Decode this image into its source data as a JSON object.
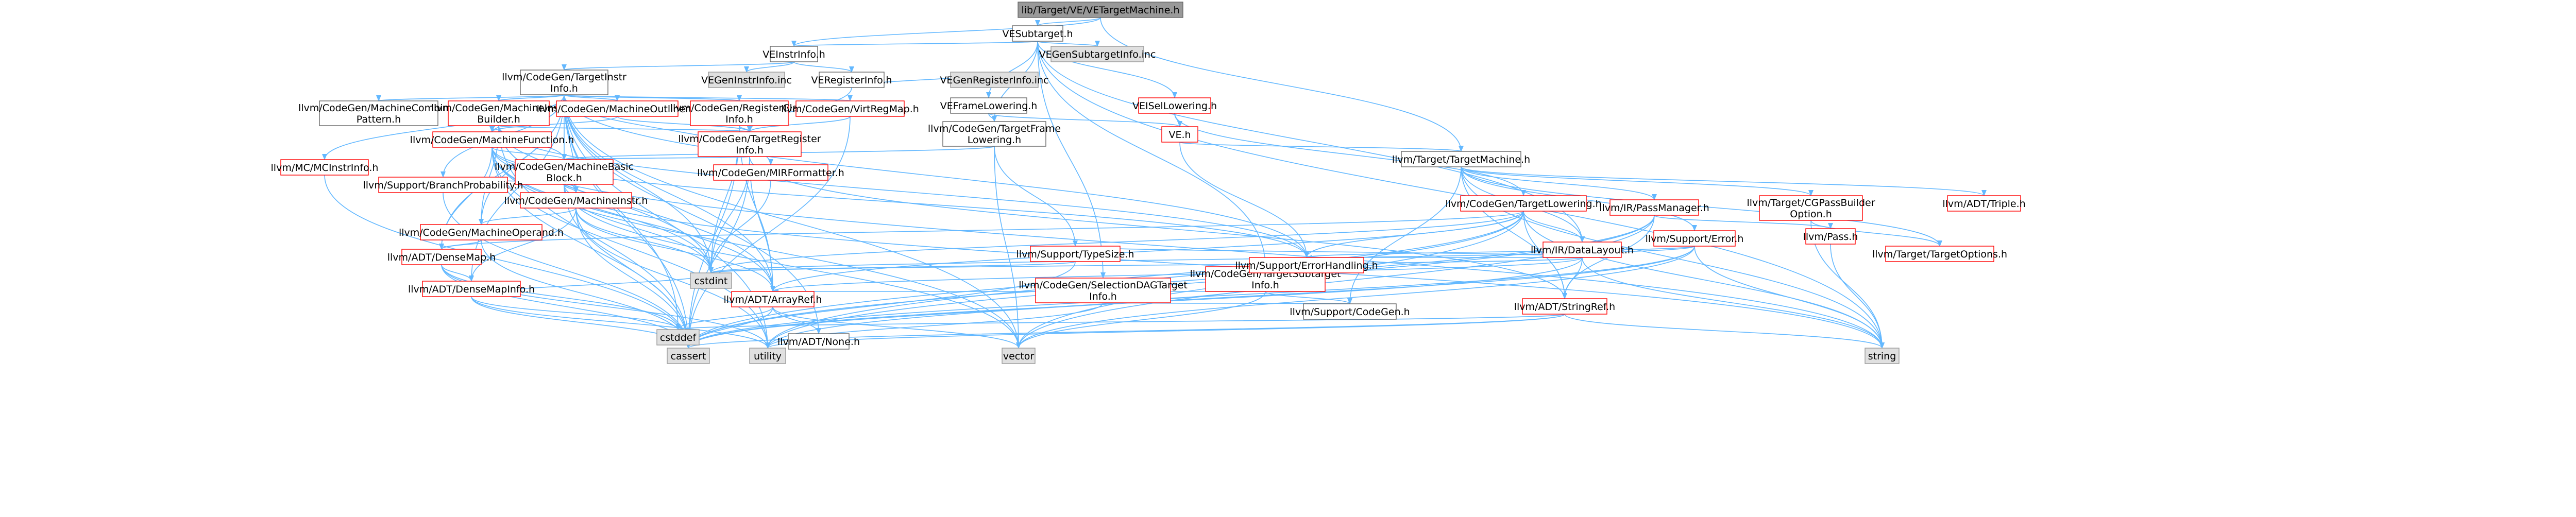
{
  "colors": {
    "root_fill": "#999999",
    "internal_fill": "#ffffff",
    "internal_stroke": "#666666",
    "external_fill": "#e0e0e0",
    "external_stroke": "#999999",
    "red_stroke": "#ff0000",
    "edge_direct": "#63b8ff",
    "edge_indirect": "#6699cc",
    "arrow": "#63b8ff"
  },
  "nodes": [
    {
      "id": "root",
      "label": [
        "lib/Target/VE/VETargetMachine.h"
      ],
      "style": "root"
    },
    {
      "id": "vesubtarget",
      "label": [
        "VESubtarget.h"
      ],
      "style": "internal"
    },
    {
      "id": "veinstrinfo",
      "label": [
        "VEInstrInfo.h"
      ],
      "style": "internal"
    },
    {
      "id": "vegensubtargetinfo",
      "label": [
        "VEGenSubtargetInfo.inc"
      ],
      "style": "external"
    },
    {
      "id": "veframelowering",
      "label": [
        "VEFrameLowering.h"
      ],
      "style": "internal"
    },
    {
      "id": "veisellowering",
      "label": [
        "VEISelLowering.h"
      ],
      "style": "red"
    },
    {
      "id": "veregisterinfo",
      "label": [
        "VERegisterInfo.h"
      ],
      "style": "internal"
    },
    {
      "id": "vegeninstrinfo",
      "label": [
        "VEGenInstrInfo.inc"
      ],
      "style": "external"
    },
    {
      "id": "vegenregisterinfo",
      "label": [
        "VEGenRegisterInfo.inc"
      ],
      "style": "external"
    },
    {
      "id": "targetinstrinfo",
      "label": [
        "llvm/CodeGen/TargetInstr",
        "Info.h"
      ],
      "style": "internal"
    },
    {
      "id": "targetframelowering",
      "label": [
        "llvm/CodeGen/TargetFrame",
        "Lowering.h"
      ],
      "style": "internal"
    },
    {
      "id": "ve",
      "label": [
        "VE.h"
      ],
      "style": "red"
    },
    {
      "id": "targetmachine",
      "label": [
        "llvm/Target/TargetMachine.h"
      ],
      "style": "internal"
    },
    {
      "id": "combinerpattern",
      "label": [
        "llvm/CodeGen/MachineCombiner",
        "Pattern.h"
      ],
      "style": "internal"
    },
    {
      "id": "mibuilder",
      "label": [
        "llvm/CodeGen/MachineInstr",
        "Builder.h"
      ],
      "style": "red"
    },
    {
      "id": "outliner",
      "label": [
        "llvm/CodeGen/MachineOutliner.h"
      ],
      "style": "red"
    },
    {
      "id": "regclassinfo",
      "label": [
        "llvm/CodeGen/RegisterClass",
        "Info.h"
      ],
      "style": "red"
    },
    {
      "id": "virtregmap",
      "label": [
        "llvm/CodeGen/VirtRegMap.h"
      ],
      "style": "red"
    },
    {
      "id": "targetreginfo",
      "label": [
        "llvm/CodeGen/TargetRegister",
        "Info.h"
      ],
      "style": "red"
    },
    {
      "id": "mirformatter",
      "label": [
        "llvm/CodeGen/MIRFormatter.h"
      ],
      "style": "red"
    },
    {
      "id": "mcinstrinfo",
      "label": [
        "llvm/MC/MCInstrInfo.h"
      ],
      "style": "red"
    },
    {
      "id": "machinefunction",
      "label": [
        "llvm/CodeGen/MachineFunction.h"
      ],
      "style": "red"
    },
    {
      "id": "mbb",
      "label": [
        "llvm/CodeGen/MachineBasic",
        "Block.h"
      ],
      "style": "red"
    },
    {
      "id": "branchprob",
      "label": [
        "llvm/Support/BranchProbability.h"
      ],
      "style": "red"
    },
    {
      "id": "machineinstr",
      "label": [
        "llvm/CodeGen/MachineInstr.h"
      ],
      "style": "red"
    },
    {
      "id": "machineoperand",
      "label": [
        "llvm/CodeGen/MachineOperand.h"
      ],
      "style": "red"
    },
    {
      "id": "densemap",
      "label": [
        "llvm/ADT/DenseMap.h"
      ],
      "style": "red"
    },
    {
      "id": "densemapinfo",
      "label": [
        "llvm/ADT/DenseMapInfo.h"
      ],
      "style": "red"
    },
    {
      "id": "targetlowering",
      "label": [
        "llvm/CodeGen/TargetLowering.h"
      ],
      "style": "red"
    },
    {
      "id": "passmanager",
      "label": [
        "llvm/IR/PassManager.h"
      ],
      "style": "red"
    },
    {
      "id": "pass",
      "label": [
        "llvm/Pass.h"
      ],
      "style": "red"
    },
    {
      "id": "cgpassbuilder",
      "label": [
        "llvm/Target/CGPassBuilder",
        "Option.h"
      ],
      "style": "red"
    },
    {
      "id": "triple",
      "label": [
        "llvm/ADT/Triple.h"
      ],
      "style": "red"
    },
    {
      "id": "targetoptions",
      "label": [
        "llvm/Target/TargetOptions.h"
      ],
      "style": "red"
    },
    {
      "id": "error",
      "label": [
        "llvm/Support/Error.h"
      ],
      "style": "red"
    },
    {
      "id": "datalayout",
      "label": [
        "llvm/IR/DataLayout.h"
      ],
      "style": "red"
    },
    {
      "id": "typesize",
      "label": [
        "llvm/Support/TypeSize.h"
      ],
      "style": "red"
    },
    {
      "id": "seldagtargetinfo",
      "label": [
        "llvm/CodeGen/SelectionDAGTarget",
        "Info.h"
      ],
      "style": "red"
    },
    {
      "id": "targetsubtargetinfo",
      "label": [
        "llvm/CodeGen/TargetSubtarget",
        "Info.h"
      ],
      "style": "red"
    },
    {
      "id": "errorhandling",
      "label": [
        "llvm/Support/ErrorHandling.h"
      ],
      "style": "red"
    },
    {
      "id": "codegen",
      "label": [
        "llvm/Support/CodeGen.h"
      ],
      "style": "internal"
    },
    {
      "id": "arrayref",
      "label": [
        "llvm/ADT/ArrayRef.h"
      ],
      "style": "red"
    },
    {
      "id": "stringref",
      "label": [
        "llvm/ADT/StringRef.h"
      ],
      "style": "red"
    },
    {
      "id": "none",
      "label": [
        "llvm/ADT/None.h"
      ],
      "style": "internal"
    },
    {
      "id": "cstdint",
      "label": [
        "cstdint"
      ],
      "style": "external"
    },
    {
      "id": "cstddef",
      "label": [
        "cstddef"
      ],
      "style": "external"
    },
    {
      "id": "cassert",
      "label": [
        "cassert"
      ],
      "style": "external"
    },
    {
      "id": "utility",
      "label": [
        "utility"
      ],
      "style": "external"
    },
    {
      "id": "vector",
      "label": [
        "vector"
      ],
      "style": "external"
    },
    {
      "id": "string",
      "label": [
        "string"
      ],
      "style": "external"
    }
  ],
  "edges": [
    [
      "root",
      "veinstrinfo"
    ],
    [
      "root",
      "vesubtarget"
    ],
    [
      "root",
      "targetmachine"
    ],
    [
      "vesubtarget",
      "veinstrinfo"
    ],
    [
      "vesubtarget",
      "vegensubtargetinfo"
    ],
    [
      "vesubtarget",
      "veframelowering"
    ],
    [
      "vesubtarget",
      "veisellowering"
    ],
    [
      "vesubtarget",
      "seldagtargetinfo"
    ],
    [
      "vesubtarget",
      "targetframelowering"
    ],
    [
      "vesubtarget",
      "targetsubtargetinfo"
    ],
    [
      "vesubtarget",
      "datalayout"
    ],
    [
      "vesubtarget",
      "string"
    ],
    [
      "veinstrinfo",
      "vegeninstrinfo"
    ],
    [
      "veinstrinfo",
      "veregisterinfo"
    ],
    [
      "veinstrinfo",
      "targetinstrinfo"
    ],
    [
      "veregisterinfo",
      "vegenregisterinfo"
    ],
    [
      "veregisterinfo",
      "targetreginfo"
    ],
    [
      "veframelowering",
      "ve"
    ],
    [
      "veframelowering",
      "targetframelowering"
    ],
    [
      "veisellowering",
      "ve"
    ],
    [
      "veisellowering",
      "targetlowering"
    ],
    [
      "ve",
      "targetmachine"
    ],
    [
      "ve",
      "errorhandling"
    ],
    [
      "targetframelowering",
      "mbb"
    ],
    [
      "targetframelowering",
      "typesize"
    ],
    [
      "targetframelowering",
      "vector"
    ],
    [
      "targetinstrinfo",
      "combinerpattern"
    ],
    [
      "targetinstrinfo",
      "mibuilder"
    ],
    [
      "targetinstrinfo",
      "outliner"
    ],
    [
      "targetinstrinfo",
      "regclassinfo"
    ],
    [
      "targetinstrinfo",
      "virtregmap"
    ],
    [
      "targetinstrinfo",
      "mcinstrinfo"
    ],
    [
      "targetinstrinfo",
      "machinefunction"
    ],
    [
      "targetinstrinfo",
      "mbb"
    ],
    [
      "targetinstrinfo",
      "machineinstr"
    ],
    [
      "targetinstrinfo",
      "machineoperand"
    ],
    [
      "targetinstrinfo",
      "mirformatter"
    ],
    [
      "targetinstrinfo",
      "densemap"
    ],
    [
      "targetinstrinfo",
      "densemapinfo"
    ],
    [
      "targetinstrinfo",
      "arrayref"
    ],
    [
      "targetinstrinfo",
      "none"
    ],
    [
      "targetinstrinfo",
      "branchprob"
    ],
    [
      "targetinstrinfo",
      "errorhandling"
    ],
    [
      "targetinstrinfo",
      "cassert"
    ],
    [
      "targetinstrinfo",
      "cstddef"
    ],
    [
      "targetinstrinfo",
      "cstdint"
    ],
    [
      "targetinstrinfo",
      "utility"
    ],
    [
      "targetinstrinfo",
      "vector"
    ],
    [
      "mibuilder",
      "machinefunction"
    ],
    [
      "mibuilder",
      "mbb"
    ],
    [
      "mibuilder",
      "machineinstr"
    ],
    [
      "mibuilder",
      "machineoperand"
    ],
    [
      "mibuilder",
      "targetreginfo"
    ],
    [
      "mibuilder",
      "arrayref"
    ],
    [
      "mibuilder",
      "errorhandling"
    ],
    [
      "mibuilder",
      "cassert"
    ],
    [
      "mibuilder",
      "cstdint"
    ],
    [
      "outliner",
      "machinefunction"
    ],
    [
      "outliner",
      "targetreginfo"
    ],
    [
      "regclassinfo",
      "targetreginfo"
    ],
    [
      "regclassinfo",
      "arrayref"
    ],
    [
      "regclassinfo",
      "cassert"
    ],
    [
      "regclassinfo",
      "cstdint"
    ],
    [
      "virtregmap",
      "targetreginfo"
    ],
    [
      "virtregmap",
      "cassert"
    ],
    [
      "targetreginfo",
      "mbb"
    ],
    [
      "targetreginfo",
      "arrayref"
    ],
    [
      "targetreginfo",
      "stringref"
    ],
    [
      "targetreginfo",
      "cassert"
    ],
    [
      "targetreginfo",
      "cstdint"
    ],
    [
      "mirformatter",
      "cstdint"
    ],
    [
      "mcinstrinfo",
      "cassert"
    ],
    [
      "machinefunction",
      "mbb"
    ],
    [
      "machinefunction",
      "machineinstr"
    ],
    [
      "machinefunction",
      "densemap"
    ],
    [
      "machinefunction",
      "arrayref"
    ],
    [
      "machinefunction",
      "errorhandling"
    ],
    [
      "machinefunction",
      "cassert"
    ],
    [
      "machinefunction",
      "cstdint"
    ],
    [
      "machinefunction",
      "utility"
    ],
    [
      "machinefunction",
      "vector"
    ],
    [
      "machinefunction",
      "string"
    ],
    [
      "mbb",
      "branchprob"
    ],
    [
      "mbb",
      "machineinstr"
    ],
    [
      "mbb",
      "cassert"
    ],
    [
      "mbb",
      "cstdint"
    ],
    [
      "mbb",
      "string"
    ],
    [
      "mbb",
      "vector"
    ],
    [
      "machineinstr",
      "machineoperand"
    ],
    [
      "machineinstr",
      "densemapinfo"
    ],
    [
      "machineinstr",
      "arrayref"
    ],
    [
      "machineinstr",
      "cassert"
    ],
    [
      "machineinstr",
      "cstdint"
    ],
    [
      "machineinstr",
      "utility"
    ],
    [
      "machineoperand",
      "densemap"
    ],
    [
      "machineoperand",
      "cassert"
    ],
    [
      "branchprob",
      "cassert"
    ],
    [
      "densemap",
      "densemapinfo"
    ],
    [
      "densemap",
      "cassert"
    ],
    [
      "densemap",
      "cstddef"
    ],
    [
      "densemap",
      "utility"
    ],
    [
      "densemapinfo",
      "cassert"
    ],
    [
      "densemapinfo",
      "cstddef"
    ],
    [
      "densemapinfo",
      "cstdint"
    ],
    [
      "densemapinfo",
      "utility"
    ],
    [
      "targetmachine",
      "triple"
    ],
    [
      "targetmachine",
      "passmanager"
    ],
    [
      "targetmachine",
      "cgpassbuilder"
    ],
    [
      "targetmachine",
      "targetoptions"
    ],
    [
      "targetmachine",
      "error"
    ],
    [
      "targetmachine",
      "codegen"
    ],
    [
      "targetmachine",
      "stringref"
    ],
    [
      "targetmachine",
      "datalayout"
    ],
    [
      "targetmachine",
      "string"
    ],
    [
      "cgpassbuilder",
      "targetoptions"
    ],
    [
      "cgpassbuilder",
      "string"
    ],
    [
      "passmanager",
      "pass"
    ],
    [
      "passmanager",
      "stringref"
    ],
    [
      "passmanager",
      "cassert"
    ],
    [
      "passmanager",
      "vector"
    ],
    [
      "passmanager",
      "utility"
    ],
    [
      "pass",
      "string"
    ],
    [
      "error",
      "errorhandling"
    ],
    [
      "error",
      "cassert"
    ],
    [
      "error",
      "cstdint"
    ],
    [
      "error",
      "string"
    ],
    [
      "error",
      "utility"
    ],
    [
      "error",
      "vector"
    ],
    [
      "targetlowering",
      "densemap"
    ],
    [
      "targetlowering",
      "arrayref"
    ],
    [
      "targetlowering",
      "stringref"
    ],
    [
      "targetlowering",
      "datalayout"
    ],
    [
      "targetlowering",
      "errorhandling"
    ],
    [
      "targetlowering",
      "cassert"
    ],
    [
      "targetlowering",
      "cstdint"
    ],
    [
      "targetlowering",
      "string"
    ],
    [
      "targetlowering",
      "utility"
    ],
    [
      "targetlowering",
      "vector"
    ],
    [
      "datalayout",
      "arrayref"
    ],
    [
      "datalayout",
      "stringref"
    ],
    [
      "datalayout",
      "typesize"
    ],
    [
      "datalayout",
      "errorhandling"
    ],
    [
      "datalayout",
      "cassert"
    ],
    [
      "datalayout",
      "cstdint"
    ],
    [
      "datalayout",
      "string"
    ],
    [
      "typesize",
      "cassert"
    ],
    [
      "typesize",
      "cstdint"
    ],
    [
      "seldagtargetinfo",
      "codegen"
    ],
    [
      "seldagtargetinfo",
      "utility"
    ],
    [
      "targetsubtargetinfo",
      "arrayref"
    ],
    [
      "targetsubtargetinfo",
      "codegen"
    ],
    [
      "targetsubtargetinfo",
      "vector"
    ],
    [
      "errorhandling",
      "cassert"
    ],
    [
      "arrayref",
      "none"
    ],
    [
      "arrayref",
      "cassert"
    ],
    [
      "arrayref",
      "cstddef"
    ],
    [
      "arrayref",
      "vector"
    ],
    [
      "stringref",
      "cassert"
    ],
    [
      "stringref",
      "cstddef"
    ],
    [
      "stringref",
      "string"
    ],
    [
      "stringref",
      "utility"
    ]
  ]
}
